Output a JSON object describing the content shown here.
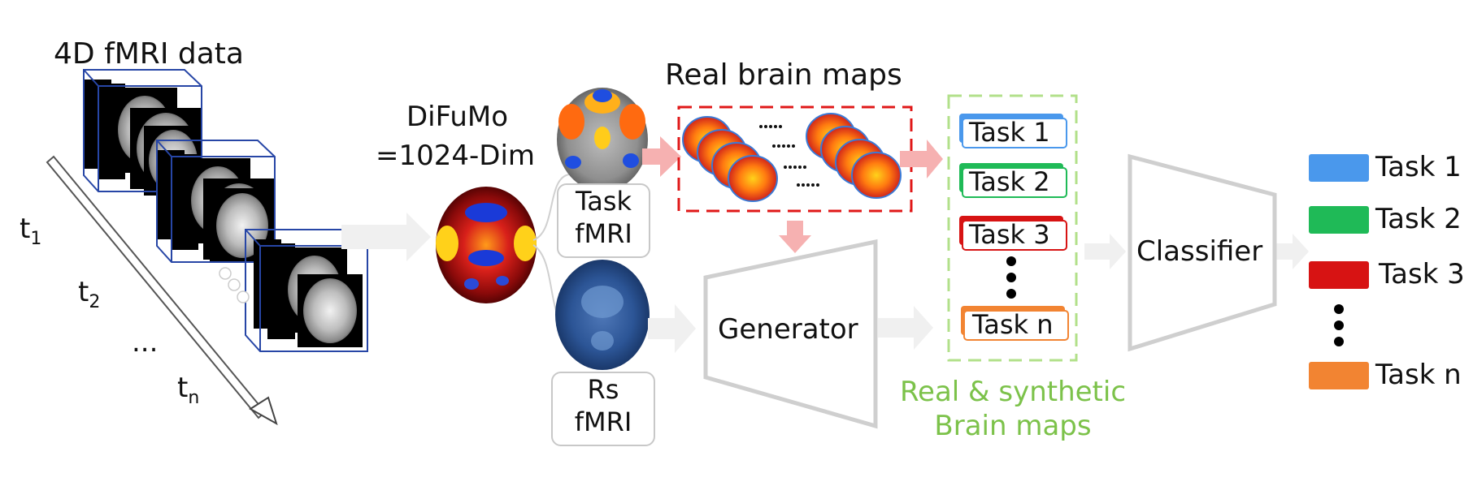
{
  "title_4d": "4D fMRI data",
  "time_labels": {
    "t1": "t",
    "t1_sub": "1",
    "t2": "t",
    "t2_sub": "2",
    "dots": "...",
    "tn": "t",
    "tn_sub": "n"
  },
  "difumo": {
    "line1": "DiFuMo",
    "line2": "=1024-Dim"
  },
  "task_fmri": {
    "line1": "Task",
    "line2": "fMRI"
  },
  "rs_fmri": {
    "line1": "Rs",
    "line2": "fMRI"
  },
  "real_brain_maps": "Real brain maps",
  "generator": "Generator",
  "stacked_tasks": [
    "Task 1",
    "Task 2",
    "Task 3",
    "Task n"
  ],
  "real_synthetic": {
    "line1": "Real & synthetic",
    "line2": "Brain maps"
  },
  "classifier": "Classifier",
  "output_tasks": [
    "Task 1",
    "Task 2",
    "Task 3",
    "Task n"
  ],
  "colors": {
    "task1": "#4a98ec",
    "task2": "#1fba57",
    "task3": "#d71313",
    "taskn": "#f28432",
    "cube_edge": "#2746a6",
    "dashed_red": "#e01818",
    "dashed_green": "#b2e08a",
    "pink_arrow": "#f6b1b1",
    "gray_arrow": "#eeeeee",
    "shape_gray": "#cfcfcf"
  }
}
